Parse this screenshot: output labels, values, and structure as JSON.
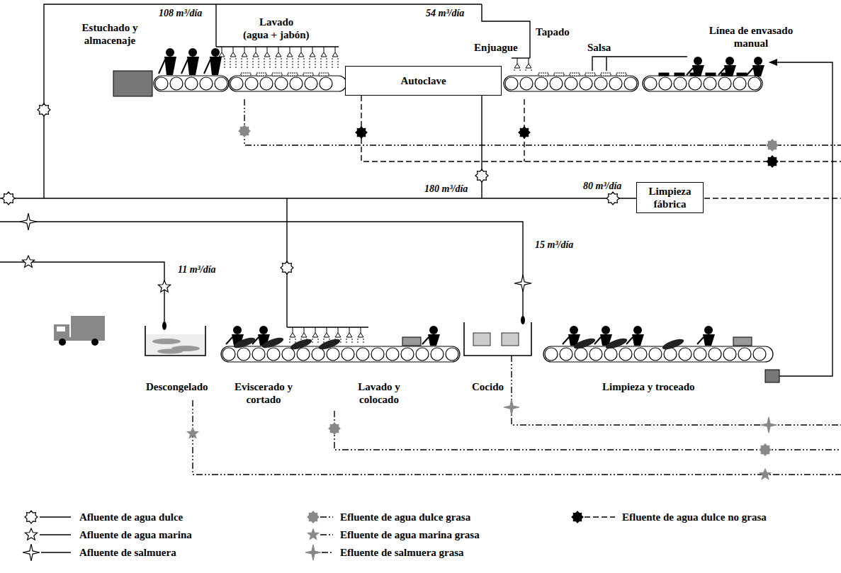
{
  "diagram": {
    "nodes": [
      {
        "text": [
          "Autoclave"
        ]
      },
      {
        "text": [
          "Limpieza fábrica"
        ]
      }
    ],
    "labels": [
      "Estuchado y almacenaje",
      "108 m³/día",
      "Lavado",
      "(agua + jabón)",
      "54 m³/día",
      "Tapado",
      "Enjuague",
      "Salsa",
      "Línea de envasado manual",
      "180 m³/día",
      "80 m³/día",
      "15 m³/día",
      "11 m³/día",
      "Descongelado",
      "Eviscerado y cortado",
      "Lavado y colocado",
      "Cocido",
      "Limpieza y troceado"
    ],
    "legend": [
      {
        "text": "Afluente de agua dulce"
      },
      {
        "text": "Afluente de agua marina"
      },
      {
        "text": "Afluente de salmuera"
      },
      {
        "text": "Efluente de agua dulce grasa"
      },
      {
        "text": "Efluente de agua marina grasa"
      },
      {
        "text": "Efluente de salmuera grasa"
      },
      {
        "text": "Efluente de agua dulce no grasa"
      }
    ]
  }
}
